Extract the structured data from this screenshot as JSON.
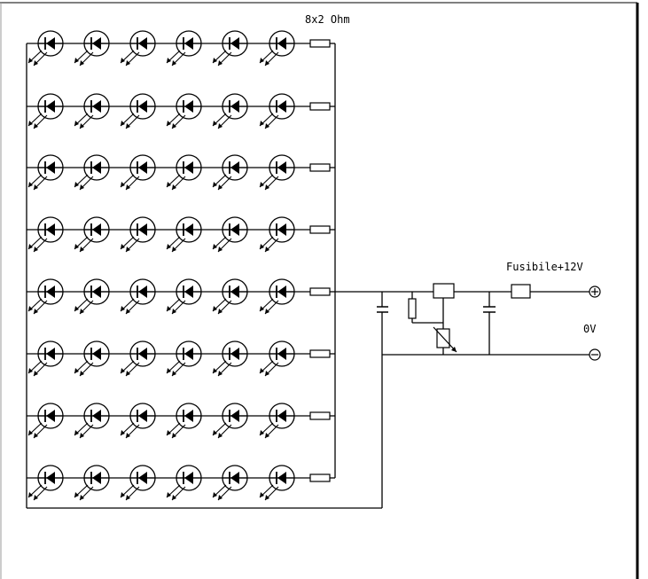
{
  "diagram": {
    "labels": {
      "resistors": "8x2 Ohm",
      "fuse_plus": "Fusibile+12V",
      "zero_volt": "0V"
    },
    "led_grid": {
      "rows": 8,
      "columns": 6
    },
    "terminals": {
      "positive": "plus-terminal",
      "negative": "minus-terminal"
    },
    "colors": {
      "stroke": "#000000",
      "background": "#ffffff"
    }
  }
}
